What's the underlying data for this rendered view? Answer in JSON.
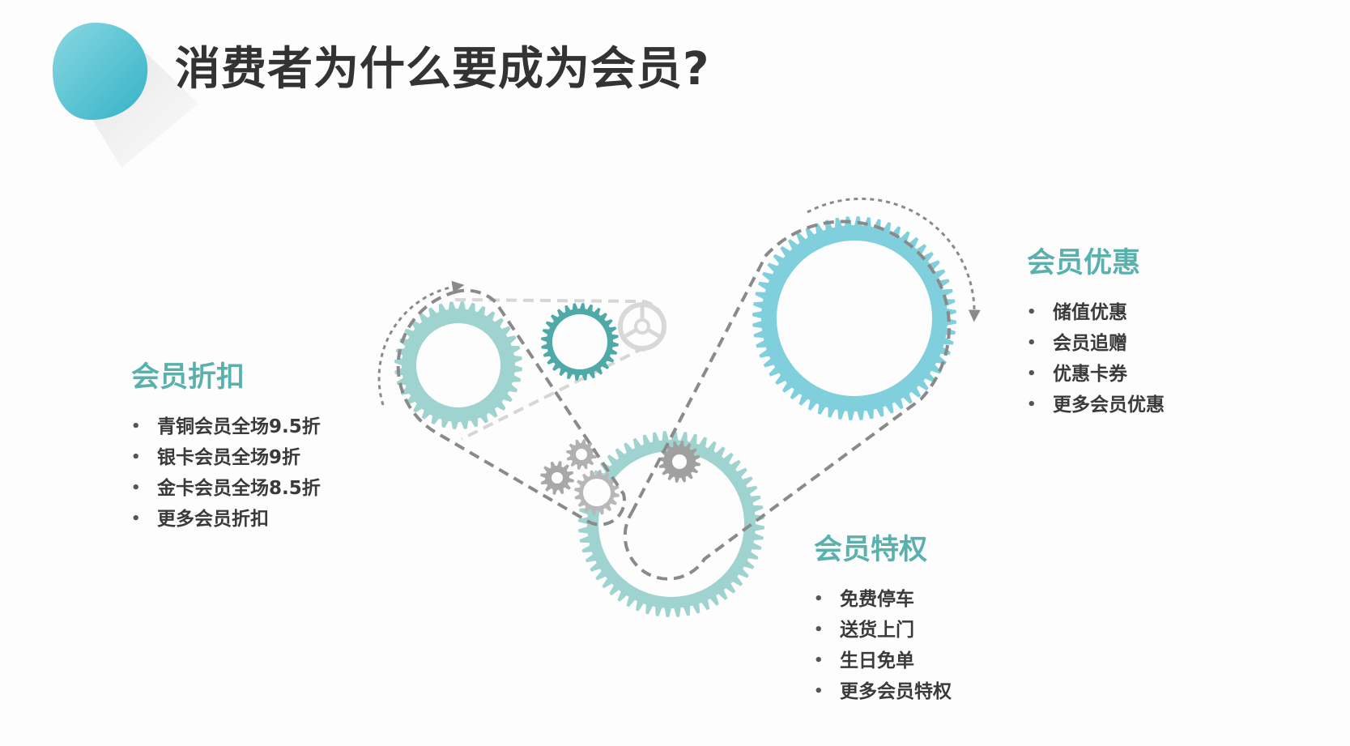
{
  "title": "消费者为什么要成为会员?",
  "colors": {
    "accent": "#5ab0ac",
    "teal_light": "#7fd0dc",
    "teal_mid": "#9fd3cf",
    "teal_dark": "#4fa9a6",
    "gray_dash": "#8a8a8a",
    "text": "#333333"
  },
  "sections": {
    "discount": {
      "heading": "会员折扣",
      "items": [
        "青铜会员全场9.5折",
        "银卡会员全场9折",
        "金卡会员全场8.5折",
        "更多会员折扣"
      ]
    },
    "benefit": {
      "heading": "会员优惠",
      "items": [
        "储值优惠",
        "会员追赠",
        "优惠卡券",
        "更多会员优惠"
      ]
    },
    "privilege": {
      "heading": "会员特权",
      "items": [
        "免费停车",
        "送货上门",
        "生日免单",
        "更多会员特权"
      ]
    }
  },
  "icons": [
    "teardrop-logo-icon",
    "gear-icon",
    "steering-wheel-icon",
    "arrow-icon"
  ]
}
